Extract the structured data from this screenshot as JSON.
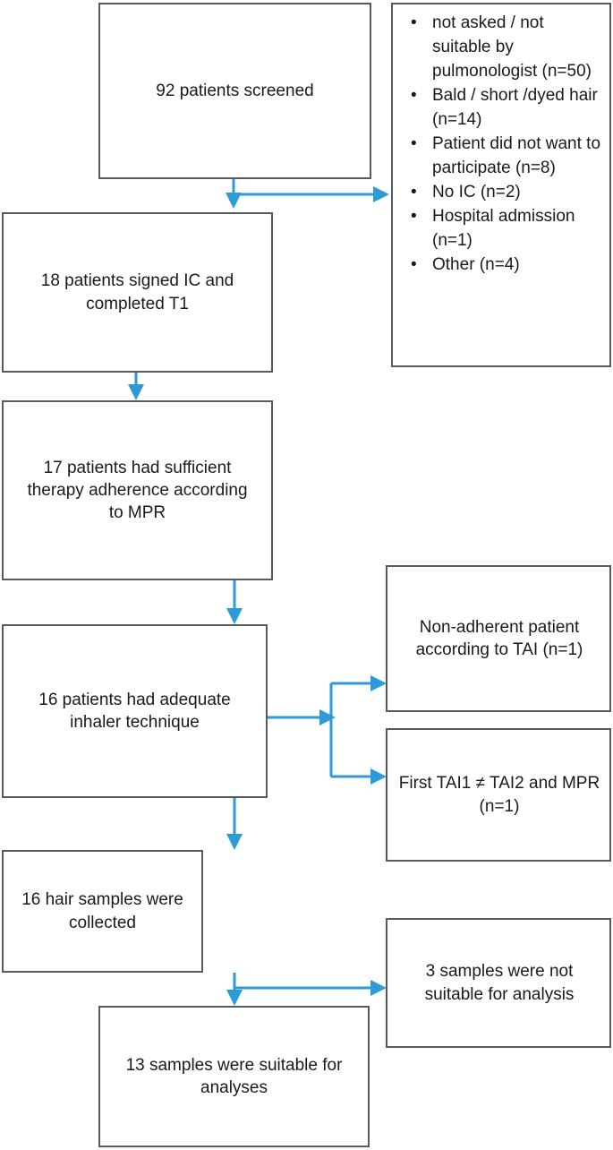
{
  "figure": {
    "kind": "study-flow-diagram",
    "accent_color": "#2e9bd9",
    "box_border_color": "#595959",
    "text_color": "#1a1a1a",
    "background": "#ffffff"
  },
  "flow_boxes": [
    {
      "id": "screened",
      "text": "92 patients screened"
    },
    {
      "id": "signed-ic",
      "text": "18 patients signed IC and completed T1"
    },
    {
      "id": "therapy-adherence",
      "text": "17 patients had sufficient therapy adherence according to MPR"
    },
    {
      "id": "inhaler-technique",
      "text": "16 patients had adequate inhaler technique"
    },
    {
      "id": "hair-collected",
      "text": "16 hair samples were collected"
    },
    {
      "id": "samples-suitable",
      "text": "13 samples were suitable for analyses"
    }
  ],
  "exclusion_list": {
    "bullet_glyph": "•",
    "items": [
      "not asked / not suitable by pulmonologist (n=50)",
      "Bald / short /dyed hair (n=14)",
      "Patient did not want to participate (n=8)",
      "No IC (n=2)",
      "Hospital admission (n=1)",
      "Other (n=4)"
    ]
  },
  "side_boxes": [
    {
      "id": "non-adherent-tai",
      "text": "Non-adherent patient according to TAI (n=1)"
    },
    {
      "id": "tai1-neq-tai2",
      "text": "First TAI1 ≠ TAI2 and MPR (n=1)"
    },
    {
      "id": "not-suitable",
      "text": "3 samples were not suitable for analysis"
    }
  ]
}
